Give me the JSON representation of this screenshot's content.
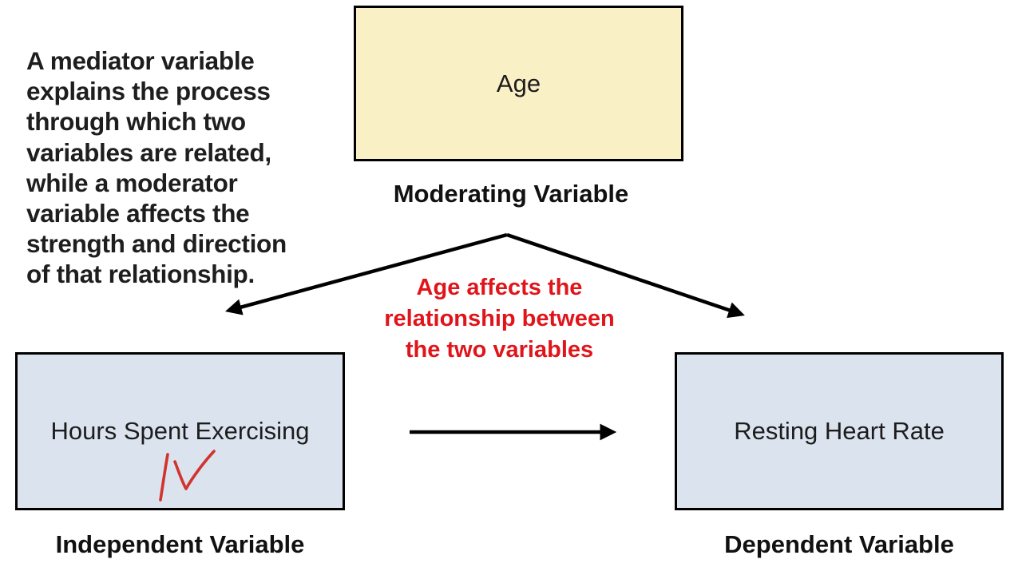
{
  "definition": {
    "text": "A mediator variable\nexplains the process\nthrough which two\nvariables are related,\nwhile a moderator\nvariable affects the\nstrength and direction\nof that relationship."
  },
  "moderator": {
    "box_text": "Age",
    "label": "Moderating Variable"
  },
  "independent": {
    "box_text": "Hours Spent Exercising",
    "label": "Independent Variable",
    "handwritten_mark": "IV"
  },
  "dependent": {
    "box_text": "Resting Heart Rate",
    "label": "Dependent Variable"
  },
  "moderation_note": {
    "text": "Age affects the\nrelationship between\nthe two variables"
  },
  "colors": {
    "background": "#FFFFFF",
    "moderator_box_fill": "#FAF0C6",
    "variable_box_fill": "#DBE3EF",
    "box_border": "#000000",
    "arrow": "#000000",
    "note_red": "#E0151B",
    "handwriting_red": "#D0342C",
    "text_dark": "#1E1E1E"
  }
}
